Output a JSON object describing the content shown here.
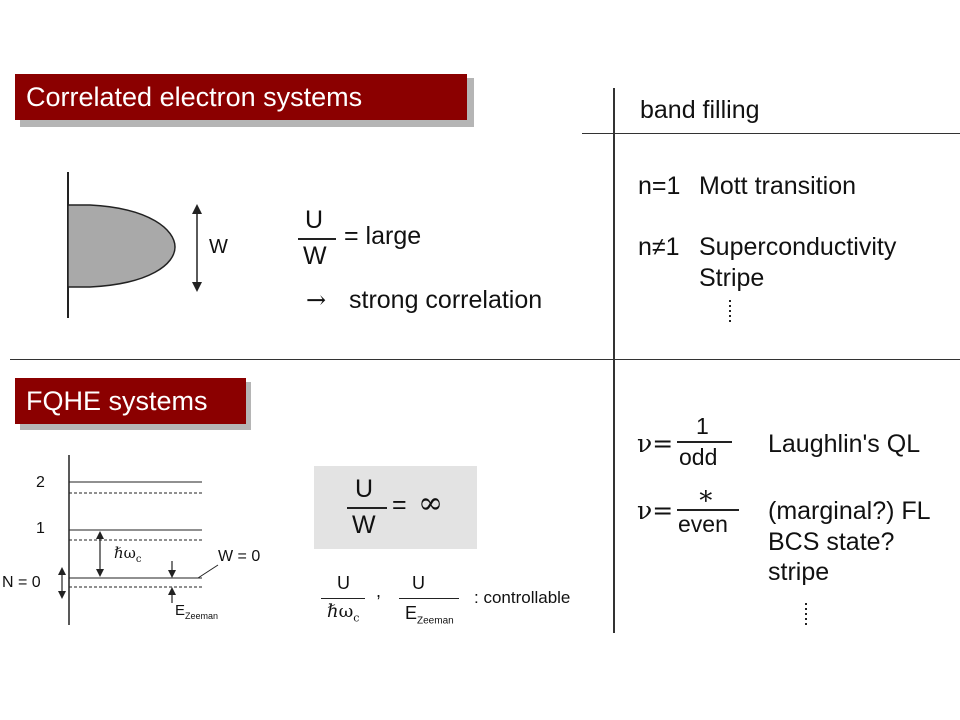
{
  "banners": {
    "correlated": "Correlated electron systems",
    "fqhe": "FQHE systems"
  },
  "band": {
    "w_label": "W"
  },
  "ratio": {
    "numerator": "U",
    "denominator": "W",
    "equals_text": "= large",
    "arrow": "→",
    "consequence": "strong correlation"
  },
  "right_top": {
    "header": "band filling",
    "row1_n": "n=1",
    "row1_text": "Mott transition",
    "row2_n": "n≠1",
    "row2_text": "Superconductivity",
    "row3_text": "Stripe"
  },
  "landau": {
    "level_2": "2",
    "level_1": "1",
    "level_0": "N = 0",
    "hbar_omega": "ℏω",
    "hbar_omega_sub": "c",
    "w_zero": "W = 0",
    "e_label": "E",
    "e_sub": "Zeeman"
  },
  "boxed_ratio": {
    "numerator": "U",
    "denominator": "W",
    "equals": "=",
    "value": "∞"
  },
  "controllable": {
    "frac1_num": "U",
    "frac1_den": "ℏω",
    "frac1_den_sub": "c",
    "comma": ",",
    "frac2_num": "U",
    "frac2_den": "E",
    "frac2_den_sub": "Zeeman",
    "note": ": controllable"
  },
  "right_bottom": {
    "nu1_lhs": "ν=",
    "nu1_num": "1",
    "nu1_den": "odd",
    "nu1_text": "Laughlin's QL",
    "nu2_lhs": "ν=",
    "nu2_num": "∗",
    "nu2_den": "even",
    "nu2_text": "(marginal?) FL",
    "bcs": "BCS state?",
    "stripe": "stripe"
  }
}
